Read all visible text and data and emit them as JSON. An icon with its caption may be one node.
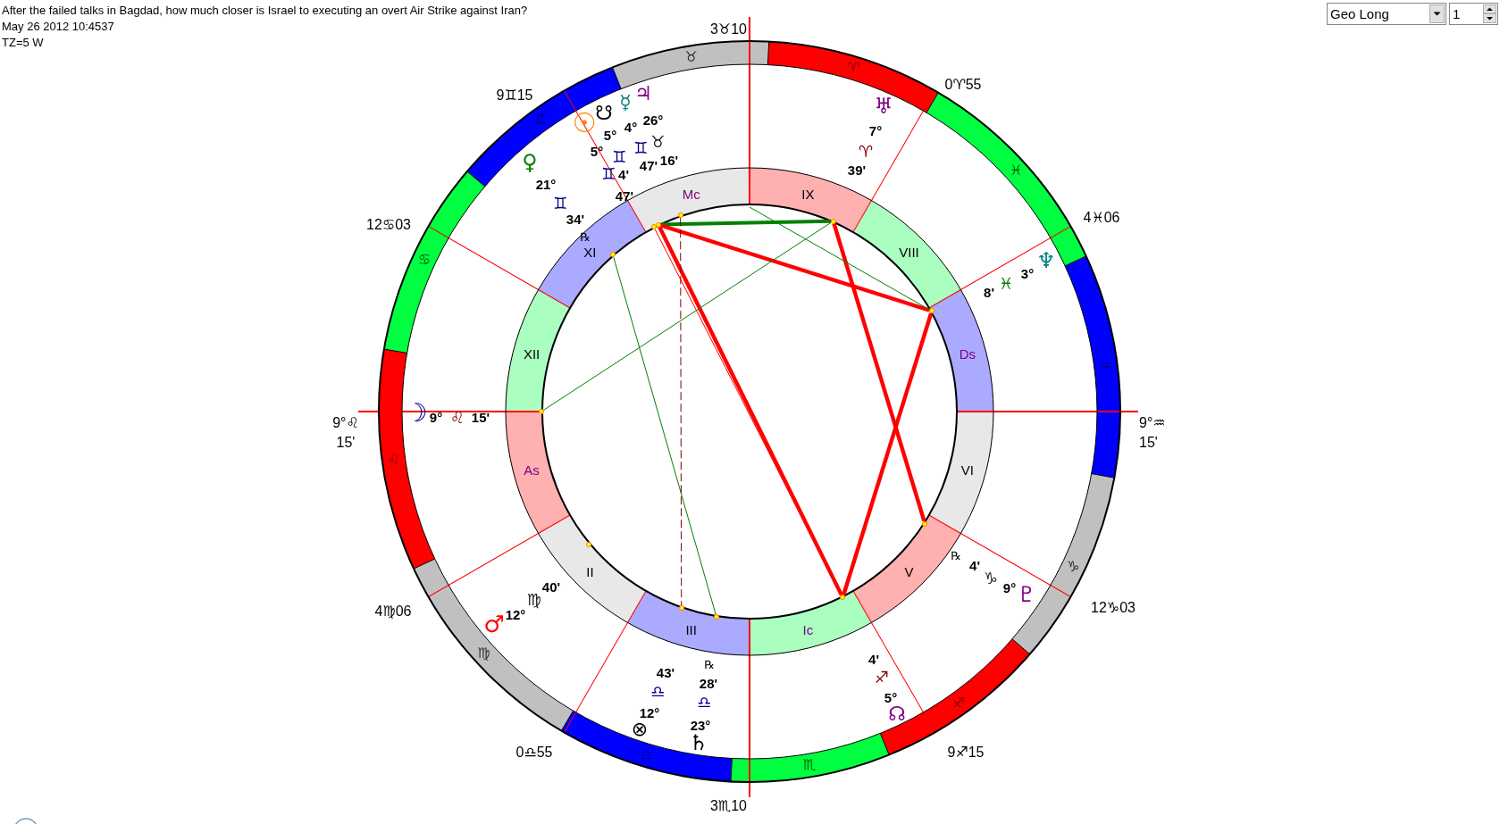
{
  "diagram": {
    "title": "After the failed talks in Bagdad, how much closer is Israel to executing an overt Air Strike against Iran?",
    "nodes": [
      {
        "text": [],
        "shape": "circle"
      },
      {
        "text": [],
        "shape": "circle"
      },
      {
        "text": [],
        "shape": "circle"
      },
      {
        "text": [],
        "shape": "circle"
      },
      {
        "text": [],
        "shape": "circle"
      },
      {
        "text": [],
        "shape": "circle"
      },
      {
        "text": [],
        "shape": "circle"
      },
      {
        "text": [],
        "shape": "circle"
      },
      {
        "text": [],
        "shape": "circle"
      },
      {
        "text": [],
        "shape": "circle"
      },
      {
        "text": [],
        "shape": "circle"
      },
      {
        "text": [],
        "shape": "circle"
      }
    ],
    "edges": [
      {
        "from": 10,
        "to": 7,
        "arrow": "none",
        "style": "thick",
        "color": "#008000"
      },
      {
        "from": 10,
        "to": 6,
        "arrow": "none",
        "style": "thick"
      },
      {
        "from": 10,
        "to": 4,
        "arrow": "none",
        "style": "thick"
      },
      {
        "from": 9,
        "to": 4,
        "arrow": "none"
      },
      {
        "from": 6,
        "to": 4,
        "arrow": "none",
        "style": "thick"
      },
      {
        "from": 7,
        "to": 5,
        "arrow": "none",
        "style": "thick"
      },
      {
        "from": 0,
        "to": 7,
        "arrow": "none",
        "color": "#008000"
      },
      {
        "from": null,
        "to": 6,
        "arrow": "none",
        "color": "#008000"
      },
      {
        "from": 11,
        "to": 3,
        "arrow": "none",
        "color": "#008000"
      },
      {
        "from": 8,
        "to": 2,
        "arrow": "none",
        "style": "dashed",
        "color": "#800000"
      }
    ],
    "labels": [
      "May 26 2012 10:4537",
      "TZ=5 W",
      "Geo Long",
      "1",
      "3♉10",
      "♉",
      "♈",
      "0♈55",
      "♅",
      "7°",
      "♈",
      "39'",
      "9♊15",
      "♊",
      "♃",
      "26°",
      "♉",
      "16'",
      "☿",
      "4°",
      "♊",
      "47'",
      "☋",
      "5°",
      "♊",
      "4'",
      "☉",
      "5°",
      "♊",
      "47'",
      "♀",
      "21°",
      "♊",
      "34'",
      "℞",
      "♓",
      "Mc",
      "IX",
      "12♋03",
      "4♓06",
      "♋",
      "XI",
      "VIII",
      "8'",
      "♓",
      "3°",
      "♆",
      "XII",
      "Ds",
      "♒",
      "9°♌ 15'",
      "☽",
      "9°",
      "♌",
      "15'",
      "9°♒ 15'",
      "♌",
      "As",
      "VI",
      "II",
      "V",
      "℞",
      "4'",
      "♑",
      "9°",
      "♇",
      "♑",
      "4♍06",
      "♂",
      "12°",
      "♍",
      "40'",
      "12♑03",
      "III",
      "Ic",
      "♍",
      "4'",
      "♐",
      "5°",
      "☊",
      "℞",
      "28'",
      "♎",
      "23°",
      "♄",
      "43'",
      "♎",
      "12°",
      "⊗",
      "♐",
      "0♎55",
      "♎",
      "♏",
      "9♐15",
      "3♏10"
    ]
  }
}
